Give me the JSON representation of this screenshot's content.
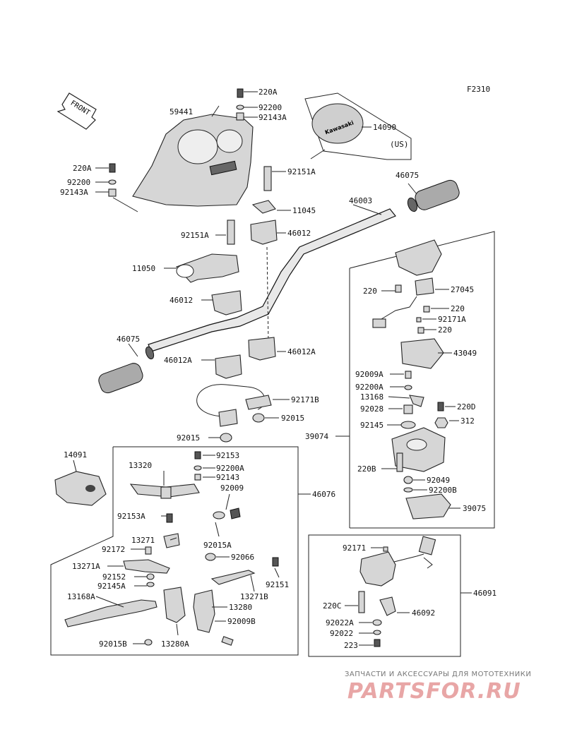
{
  "diagram_code": "F2310",
  "front_label": "FRONT",
  "emblem_text": "Kawasaki",
  "region_note": "(US)",
  "watermark": {
    "tagline": "ЗАПЧАСТИ И АКСЕССУАРЫ ДЛЯ МОТОТЕХНИКИ",
    "brand": "PARTSFOR.RU"
  },
  "labels": {
    "p220A_top": "220A",
    "p92200_top": "92200",
    "p92143A_top": "92143A",
    "p59441": "59441",
    "p14090": "14090",
    "p220A_left": "220A",
    "p92200_left": "92200",
    "p92143A_left": "92143A",
    "p92151A_top": "92151A",
    "p46075_right": "46075",
    "p46003": "46003",
    "p11045": "11045",
    "p92151A_mid": "92151A",
    "p46012_top": "46012",
    "p11050": "11050",
    "p46012_left": "46012",
    "p27045": "27045",
    "p220_a": "220",
    "p220_b": "220",
    "p220_c": "220",
    "p92171A": "92171A",
    "p46075_left": "46075",
    "p46012A_right": "46012A",
    "p46012A_left": "46012A",
    "p43049": "43049",
    "p92009A": "92009A",
    "p92200A_r": "92200A",
    "p13168": "13168",
    "p92028": "92028",
    "p220D": "220D",
    "p92171B": "92171B",
    "p92015_a": "92015",
    "p92015_b": "92015",
    "p92145": "92145",
    "p312": "312",
    "p39074": "39074",
    "p14091": "14091",
    "p92153": "92153",
    "p13320": "13320",
    "p92200A_l": "92200A",
    "p92143": "92143",
    "p92009": "92009",
    "p46076": "46076",
    "p220B": "220B",
    "p92049": "92049",
    "p92200B": "92200B",
    "p39075": "39075",
    "p92153A": "92153A",
    "p13271": "13271",
    "p92015A": "92015A",
    "p92172": "92172",
    "p92066": "92066",
    "p13271A": "13271A",
    "p92151": "92151",
    "p92152": "92152",
    "p92145A": "92145A",
    "p13271B": "13271B",
    "p13168A": "13168A",
    "p13280": "13280",
    "p92009B": "92009B",
    "p92015B": "92015B",
    "p13280A": "13280A",
    "p92171": "92171",
    "p46091": "46091",
    "p220C": "220C",
    "p46092": "46092",
    "p92022A": "92022A",
    "p92022": "92022",
    "p223": "223"
  }
}
